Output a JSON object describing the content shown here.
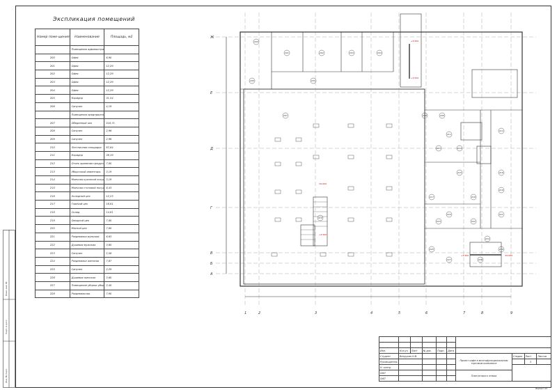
{
  "explication": {
    "title": "Экспликация помещений",
    "headers": {
      "num": "Номер поме-щения",
      "name": "Наименование",
      "area": "Площадь, м2"
    },
    "sections": [
      {
        "title": "Помещения административные торгового комплекса",
        "rows": [
          [
            "200",
            "Офис",
            "6,90"
          ],
          [
            "201",
            "Офис",
            "12,29"
          ],
          [
            "202",
            "Офис",
            "12,29"
          ],
          [
            "203",
            "Офис",
            "12,29"
          ],
          [
            "204",
            "Офис",
            "12,29"
          ],
          [
            "205",
            "Коридор",
            "31,54"
          ],
          [
            "206",
            "Санузел",
            "4,19"
          ]
        ]
      },
      {
        "title": "Помещения предприятия общественного питания",
        "rows": [
          [
            "207",
            "Обеденный зал",
            "518,71"
          ],
          [
            "208",
            "Санузел",
            "2,96"
          ],
          [
            "209",
            "Санузел",
            "2,96"
          ],
          [
            "210",
            "Лестничная площадка",
            "67,84"
          ],
          [
            "211",
            "Коридор",
            "38,19"
          ],
          [
            "212",
            "Отсек хранения продуктов",
            "7,80"
          ],
          [
            "213",
            "Уборочный инвентарь",
            "3,19"
          ],
          [
            "214",
            "Моечная кухонной посуды",
            "3,19"
          ],
          [
            "215",
            "Моечная столовой посуды",
            "8,43"
          ],
          [
            "216",
            "Холодный цех",
            "12,23"
          ],
          [
            "217",
            "Горячий цех",
            "16,81"
          ],
          [
            "218",
            "Склад",
            "14,81"
          ],
          [
            "219",
            "Овощной цех",
            "7,80"
          ],
          [
            "220",
            "Мясной цех",
            "7,80"
          ],
          [
            "221",
            "Раздевалка мужская",
            "6,63"
          ],
          [
            "222",
            "Душевая мужская",
            "3,60"
          ],
          [
            "223",
            "Санузел",
            "2,58"
          ],
          [
            "224",
            "Раздевалка женская",
            "7,67"
          ],
          [
            "225",
            "Санузел",
            "2,29"
          ],
          [
            "226",
            "Душевая женская",
            "3,60"
          ],
          [
            "227",
            "Помещение уборки уборочного инвентаря",
            "2,40"
          ],
          [
            "228",
            "Раздевальная",
            "7,90"
          ]
        ]
      }
    ]
  },
  "plan": {
    "axes_letters": [
      "Ж",
      "Е",
      "Д",
      "Г",
      "В",
      "Б",
      "А"
    ],
    "axes_numbers": [
      "1",
      "2",
      "3",
      "4",
      "5",
      "6",
      "7",
      "8",
      "9"
    ],
    "marks": [
      "+3,500",
      "+3,500",
      "±0,000",
      "+3,500",
      "+3,500",
      "±0,000"
    ],
    "room_tags": [
      "200",
      "201",
      "202",
      "203",
      "204",
      "205",
      "206",
      "207",
      "208",
      "209",
      "210",
      "211",
      "212",
      "213",
      "214",
      "215",
      "216",
      "217",
      "218",
      "219",
      "220",
      "221",
      "222",
      "223",
      "224",
      "225",
      "226",
      "227",
      "228"
    ]
  },
  "stamp": {
    "rows": [
      [
        "Изм.",
        "Кол.уч",
        "Лист",
        "№ док.",
        "Подп.",
        "Дата"
      ],
      [
        "Студент",
        "Ватрухин Н.В.",
        "",
        "",
        ""
      ],
      [
        "Руководитель",
        "",
        "",
        "",
        ""
      ],
      [
        "Н. контр.",
        "",
        "",
        "",
        ""
      ],
      [
        "ОАП",
        "",
        "",
        "",
        ""
      ],
      [
        "ОАП",
        "",
        "",
        "",
        ""
      ]
    ],
    "project": "Проект кафе в многофункциональном торговом комплексе",
    "drawing": "План второго этажа",
    "stage_label": "Стадия",
    "sheet_label": "Лист",
    "sheets_label": "Листов",
    "sheet_value": "3",
    "format": "Формат А3"
  },
  "left_strip": [
    "Взам. инв. №",
    "Подп. и дата",
    "Инв. № подл."
  ]
}
